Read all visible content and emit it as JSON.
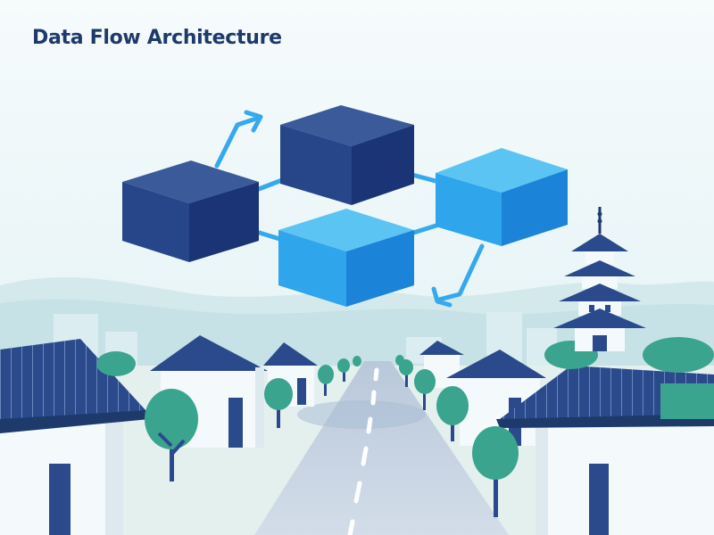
{
  "title": "Data Flow Architecture",
  "colors": {
    "title": "#1d3a6b",
    "cube_dark_top": "#3a5a99",
    "cube_dark_front": "#27468a",
    "cube_dark_side": "#1a3475",
    "cube_light_top": "#5cc4f2",
    "cube_light_front": "#2fa5ec",
    "cube_light_side": "#1b84d8",
    "connector": "#35a9ee",
    "roof": "#2b4a8c",
    "wall": "#f4f9fb",
    "tree": "#3aa48e",
    "hill": "#cfe7ea",
    "road": "#c9d5e4"
  },
  "diagram": {
    "nodes": [
      {
        "id": "node-left",
        "tone": "dark"
      },
      {
        "id": "node-top",
        "tone": "dark"
      },
      {
        "id": "node-right",
        "tone": "light"
      },
      {
        "id": "node-bottom",
        "tone": "light"
      }
    ],
    "edges": [
      {
        "from": "node-left",
        "to": "node-top"
      },
      {
        "from": "node-top",
        "to": "node-right"
      },
      {
        "from": "node-left",
        "to": "node-bottom"
      },
      {
        "from": "node-bottom",
        "to": "node-right"
      }
    ],
    "flows": [
      {
        "id": "flow-out",
        "from": "node-left",
        "direction": "up-right"
      },
      {
        "id": "flow-in",
        "from": "node-right",
        "direction": "down-left"
      }
    ]
  },
  "icons": [
    "up-right-arrow-icon",
    "down-left-arrow-icon",
    "pagoda-icon"
  ]
}
